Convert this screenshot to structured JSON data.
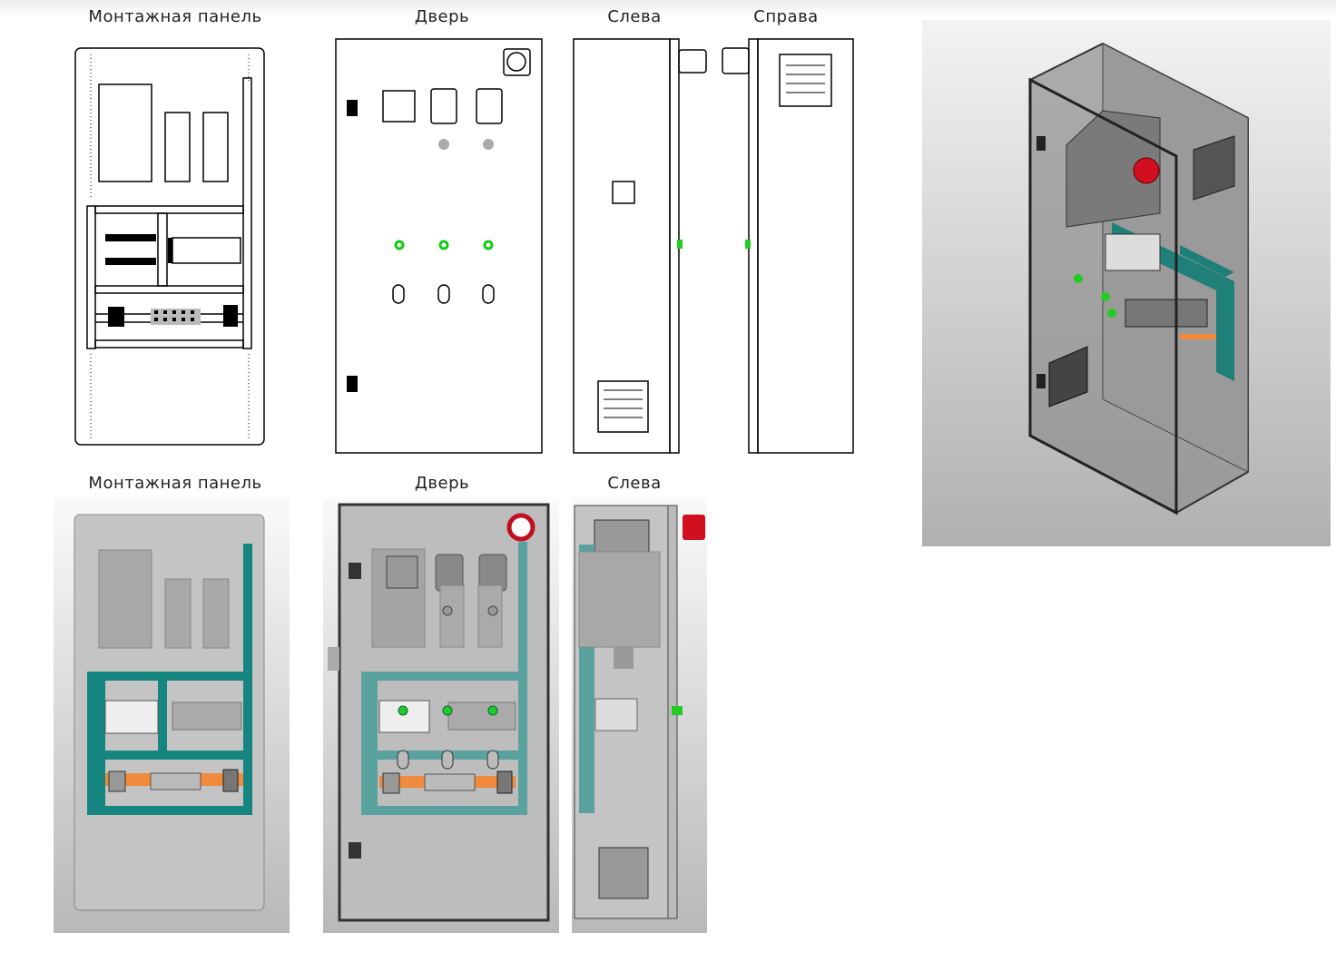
{
  "views_top": {
    "mounting_panel": "Монтажная панель",
    "door": "Дверь",
    "left": "Слева",
    "right": "Справа"
  },
  "views_bottom": {
    "mounting_panel": "Монтажная панель",
    "door": "Дверь",
    "left": "Слева"
  },
  "colors": {
    "din_frame": "#17857f",
    "din_frame_door_view": "#5aa29e",
    "busbar": "#f08a3c",
    "indicator_green": "#22cc22",
    "estop_red": "#d01020"
  }
}
